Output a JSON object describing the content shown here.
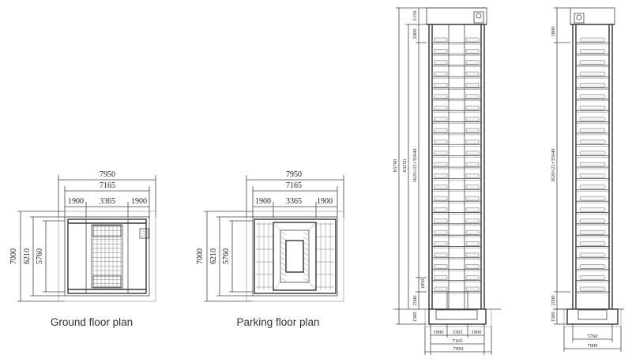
{
  "captions": {
    "ground": "Ground floor plan",
    "parking": "Parking floor plan"
  },
  "plan_dims": {
    "outer_width": "7950",
    "inner_width": "7165",
    "side_left": "1900",
    "center": "3365",
    "side_right": "1900",
    "depth_outer": "7000",
    "depth_mid": "6210",
    "depth_inner": "5760"
  },
  "front_dims": {
    "total_height": "65700",
    "upper_height": "63250",
    "top_gap": "2150",
    "top_level": "2000",
    "stack": "1620×22=35640",
    "lower_level": "1850",
    "bottom_level": "2500",
    "pit": "1500",
    "bottom_side_left": "1900",
    "bottom_center": "3365",
    "bottom_side_right": "1900",
    "bottom_inner": "7165",
    "bottom_outer": "7950"
  },
  "side_dims": {
    "top_level": "1800",
    "stack": "1620×22=35640",
    "bottom_level": "2500",
    "pit": "1500",
    "inner_width": "5760",
    "outer_width": "7000"
  },
  "elevation": {
    "levels": 23
  }
}
